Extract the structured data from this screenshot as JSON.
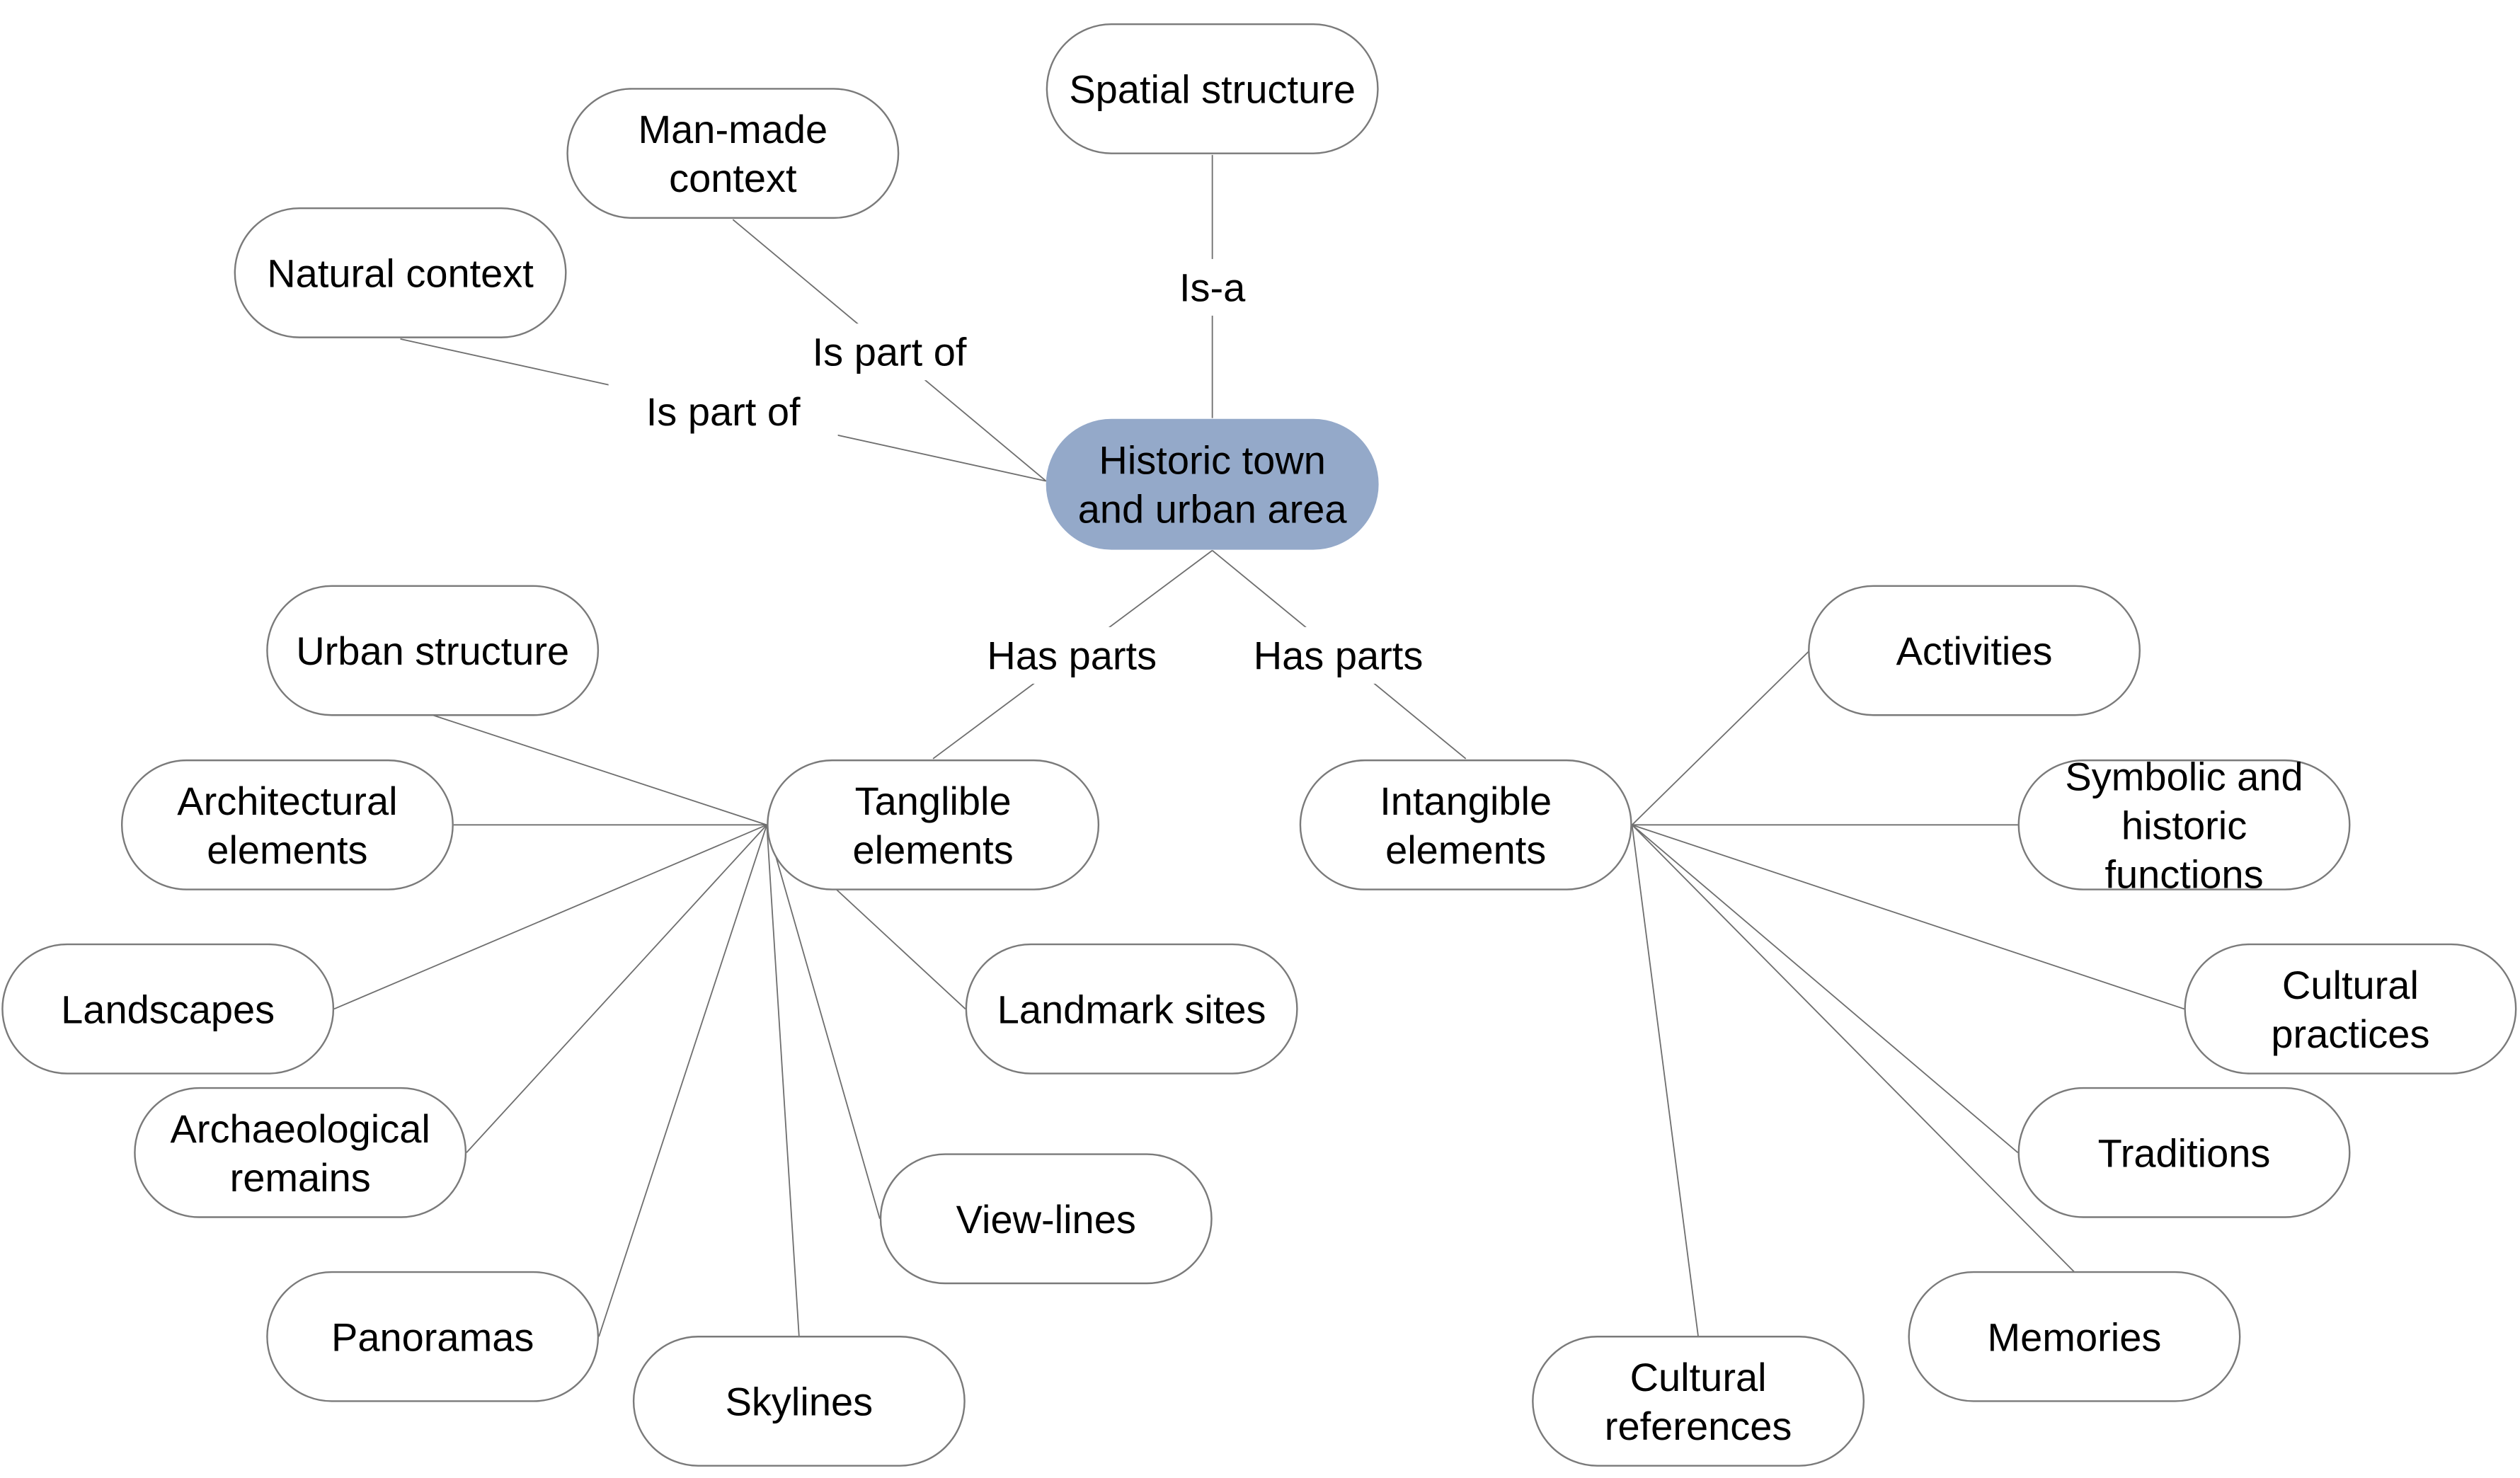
{
  "nodes": {
    "center": "Historic town\nand urban area",
    "spatial_structure": "Spatial structure",
    "man_made_context": "Man-made\ncontext",
    "natural_context": "Natural context",
    "tangible_elements": "Tanglible\nelements",
    "intangible_elements": "Intangible\nelements",
    "urban_structure": "Urban structure",
    "architectural_elements": "Architectural\nelements",
    "landscapes": "Landscapes",
    "archaeological_remains": "Archaeological\nremains",
    "panoramas": "Panoramas",
    "skylines": "Skylines",
    "view_lines": "View-lines",
    "landmark_sites": "Landmark sites",
    "activities": "Activities",
    "symbolic_functions": "Symbolic and\nhistoric\nfunctions",
    "cultural_practices": "Cultural\npractices",
    "traditions": "Traditions",
    "memories": "Memories",
    "cultural_references": "Cultural\nreferences"
  },
  "edges": {
    "is_a": "Is-a",
    "is_part_of_man_made": "Is part of",
    "is_part_of_natural": "Is part of",
    "has_parts_tangible": "Has parts",
    "has_parts_intangible": "Has parts"
  },
  "colors": {
    "center_fill": "#94a9c9",
    "node_stroke": "#7a7a7a",
    "edge_stroke": "#6e6e6e"
  }
}
